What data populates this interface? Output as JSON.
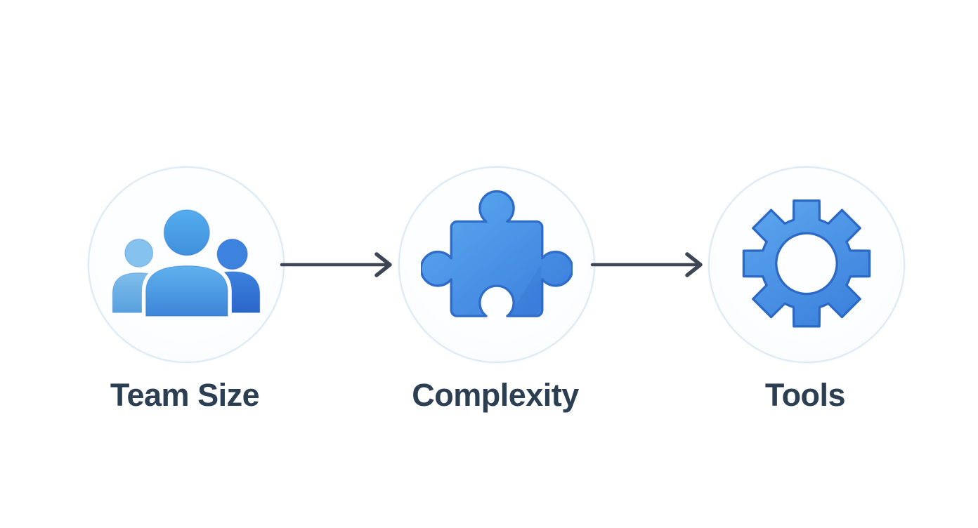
{
  "diagram": {
    "nodes": [
      {
        "id": "team-size",
        "label": "Team Size",
        "icon": "people-group-icon"
      },
      {
        "id": "complexity",
        "label": "Complexity",
        "icon": "puzzle-piece-icon"
      },
      {
        "id": "tools",
        "label": "Tools",
        "icon": "gear-icon"
      }
    ],
    "connectors": [
      {
        "from": "team-size",
        "to": "complexity",
        "style": "arrow-right"
      },
      {
        "from": "complexity",
        "to": "tools",
        "style": "arrow-right"
      }
    ],
    "colors": {
      "background": "#ffffff",
      "circle_border": "#dceaf5",
      "circle_fill": "#fbfdfe",
      "icon_blue": "#4a90e4",
      "icon_blue_dark": "#2e6cc8",
      "icon_blue_light": "#85c2ee",
      "label_text": "#2b3e52",
      "arrow": "#3d4654"
    }
  }
}
